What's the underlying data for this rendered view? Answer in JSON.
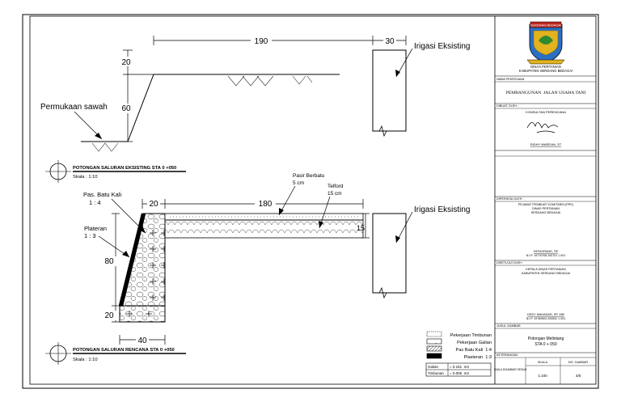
{
  "top_section": {
    "dim_width_main": "190",
    "dim_width_wall": "30",
    "dim_height_top": "20",
    "dim_height_side": "60",
    "label_irrigation": "Irigasi Eksisting",
    "label_rice_field": "Permukaan sawah",
    "title": "POTONGAN SALURAN EKSISTING STA 0 +050",
    "scale": "Skala : 1:10"
  },
  "bottom_section": {
    "dim_top_width": "20",
    "dim_length": "180",
    "dim_height": "80",
    "dim_base_height": "20",
    "dim_base_width": "40",
    "dim_pavement": "15",
    "label_stone": "Pas. Batu Kali\n1 : 4",
    "label_plaster": "Plateran\n1 : 3",
    "label_sand_stone": "Pasir Berbatu\n5 cm",
    "label_telford": "Telford\n15 cm",
    "label_irrigation": "Irigasi Eksisting",
    "title": "POTONGAN SALURAN RENCANA STA 0 +050",
    "scale": "Skala : 1:10"
  },
  "legend": {
    "items": [
      {
        "label": "Pekerjaan Timbunan"
      },
      {
        "label": "Pekerjaan Galian"
      },
      {
        "label": "Pas Batu Kali  1:4"
      },
      {
        "label": "Plasteran  1:3"
      }
    ],
    "table": [
      {
        "name": "Galian",
        "value": "= 0.181  m3"
      },
      {
        "name": "Timbunan",
        "value": "= 0.006  m3"
      }
    ]
  },
  "title_block": {
    "office_line1": "DINAS PERTANIAN",
    "office_line2": "KABUPATEN SERDANG BEDAGAI",
    "section_project": "NAMA PEKERJAAN",
    "project_name": "PEMBANGUNAN  JALAN USAHA TANI",
    "section_made_by": "DIBUAT OLEH :",
    "consultant": "KONSULTAN PERENCANA",
    "consultant_person": "RIDHY WARDAN, ST",
    "section_checked": "DIPERIKSA OLEH :",
    "checker_line1": "PEJABAT PEMBUAT KOMITMEN (PPK)",
    "checker_line2": "DINAS PERTANIAN",
    "checker_line3": "SERDANG BEDAGAI",
    "checker_person": "FATHORAHD, SP",
    "checker_nip": "N.I.P. 19770708 200701 1 001",
    "section_approved": "DISETUJUI OLEH :",
    "approver_line1": "KEPALA DINAS PERTANIAN",
    "approver_line2": "KABUPATEN SERDANG BEDAGAI",
    "approver_person": "DEDY MAHADAR, SP, MM",
    "approver_nip": "N.I.P. 19780504 200502 1 001",
    "section_drawing": "JUDUL GAMBAR",
    "drawing_title_line1": "Potongan Melintang",
    "drawing_title_line2": "STA 0 + 050",
    "section_notes": "KETERANGAN",
    "col_scale": "SKALA",
    "col_number": "NO. GAMBAR",
    "left_note": "SKALA DIGAMBAR SESUAI",
    "scale_value": "1:100",
    "number_value": "4/8"
  },
  "logo": {
    "banner_text": "SERDANG BEDAGAI",
    "colors": {
      "shield": "#2a6fc4",
      "gold": "#e2b31e",
      "green": "#2f8a2f",
      "red": "#c0261f"
    }
  }
}
